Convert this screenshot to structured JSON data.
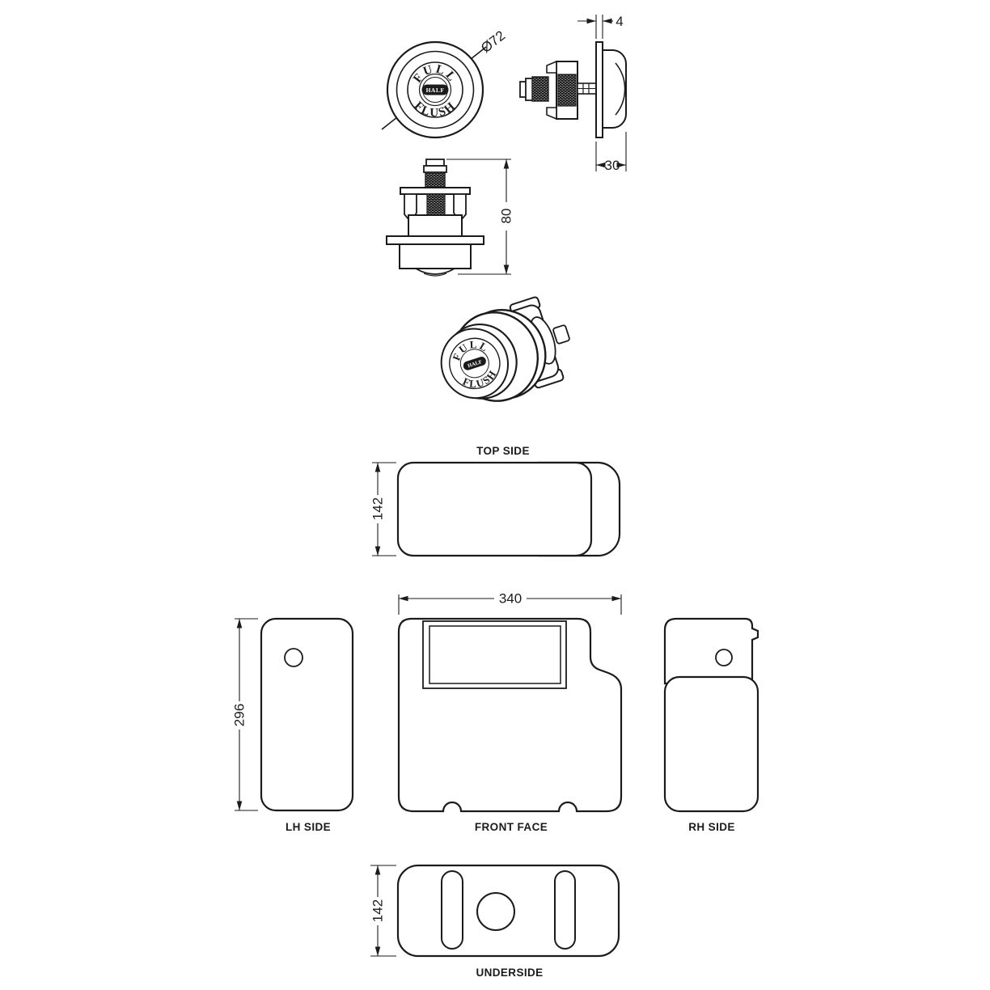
{
  "colors": {
    "line": "#1b1b1b",
    "background": "#ffffff"
  },
  "views": {
    "button_face": {
      "word_top": "FULL",
      "word_bottom": "FLUSH",
      "word_center": "HALF",
      "dim_diameter": "Ø72"
    },
    "button_side": {
      "dim_plate_thickness": "4",
      "dim_projection": "30"
    },
    "button_upright": {
      "dim_height": "80"
    },
    "button_3d": {
      "word_top": "FULL",
      "word_bottom": "FLUSH",
      "word_center": "HALF"
    },
    "cistern_top": {
      "label": "TOP SIDE",
      "dim_depth": "142"
    },
    "cistern_lh": {
      "label": "LH SIDE",
      "dim_height": "296"
    },
    "cistern_front": {
      "label": "FRONT FACE",
      "dim_width": "340"
    },
    "cistern_rh": {
      "label": "RH SIDE"
    },
    "cistern_under": {
      "label": "UNDERSIDE",
      "dim_depth": "142"
    }
  }
}
